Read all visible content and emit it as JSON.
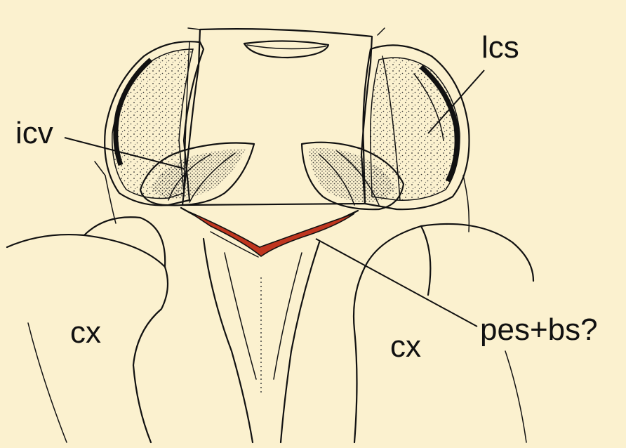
{
  "labels": {
    "icv": "icv",
    "lcs": "lcs",
    "pes_bs": "pes+bs?",
    "cx_left": "cx",
    "cx_right": "cx"
  },
  "colors": {
    "background": "#fbf1cf",
    "ink": "#111111",
    "highlight": "#c0361f"
  }
}
